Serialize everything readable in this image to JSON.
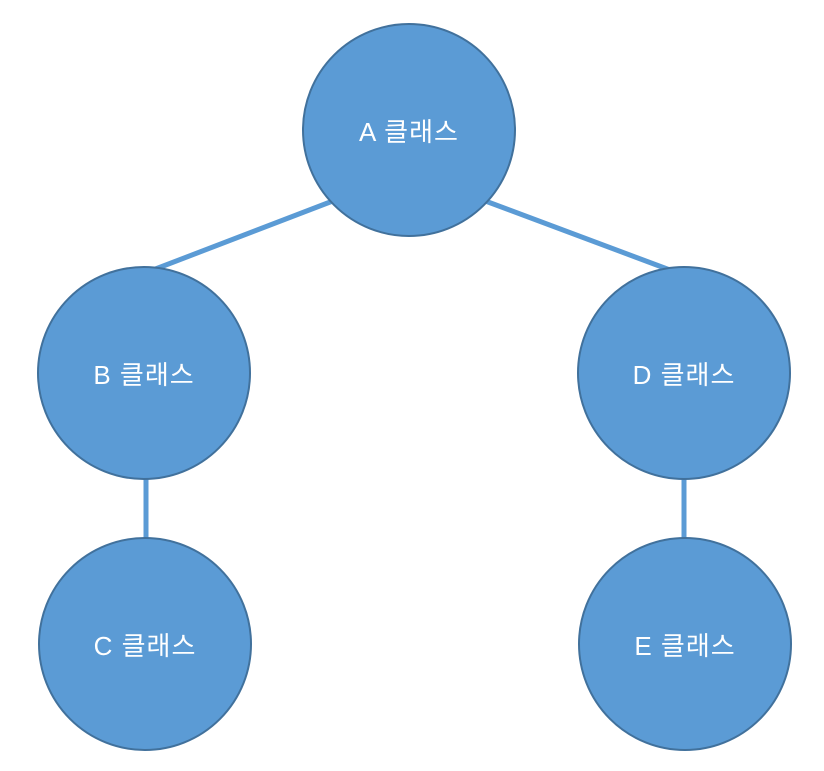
{
  "diagram": {
    "type": "hierarchy-tree",
    "nodes": [
      {
        "id": "a",
        "label": "A 클래스"
      },
      {
        "id": "b",
        "label": "B 클래스"
      },
      {
        "id": "c",
        "label": "C 클래스"
      },
      {
        "id": "d",
        "label": "D 클래스"
      },
      {
        "id": "e",
        "label": "E 클래스"
      }
    ],
    "edges": [
      {
        "from": "a",
        "to": "b"
      },
      {
        "from": "a",
        "to": "d"
      },
      {
        "from": "b",
        "to": "c"
      },
      {
        "from": "d",
        "to": "e"
      }
    ],
    "colors": {
      "node_fill": "#5B9BD5",
      "node_border": "#41719C",
      "connector": "#5B9BD5",
      "label_text": "#FFFFFF"
    }
  }
}
